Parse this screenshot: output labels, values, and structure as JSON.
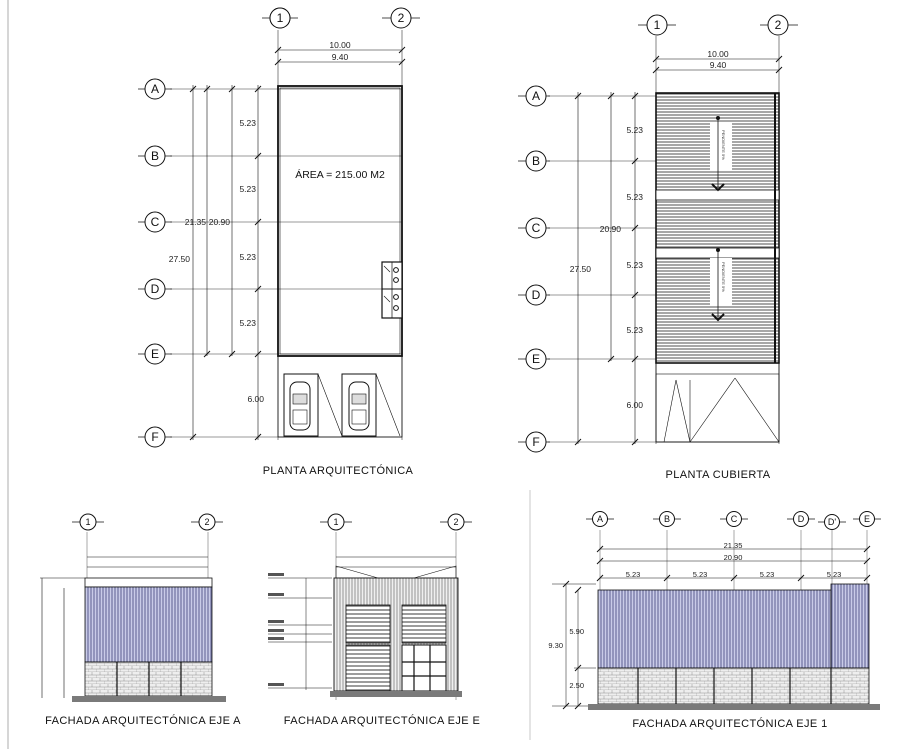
{
  "colors": {
    "facade_cladding": "#c9cbe8",
    "ink": "#111111",
    "ground": "#7a7a7a",
    "brick": "#e6e6e6"
  },
  "plans": {
    "floor": {
      "title": "PLANTA ARQUITECTÓNICA",
      "axes_x": [
        "1",
        "2"
      ],
      "axes_y": [
        "A",
        "B",
        "C",
        "D",
        "E",
        "F"
      ],
      "width_outer": "10.00",
      "width_inner": "9.40",
      "bays": [
        "5.23",
        "5.23",
        "5.23",
        "5.23"
      ],
      "parking_depth": "6.00",
      "total_a": "21.35",
      "total_b": "20.90",
      "total_c": "27.50",
      "area_label": "ÁREA = 215.00 M2"
    },
    "roof": {
      "title": "PLANTA CUBIERTA",
      "axes_x": [
        "1",
        "2"
      ],
      "axes_y": [
        "A",
        "B",
        "C",
        "D",
        "E",
        "F"
      ],
      "width_outer": "10.00",
      "width_inner": "9.40",
      "bays": [
        "5.23",
        "5.23",
        "5.23",
        "5.23"
      ],
      "parking_depth": "6.00",
      "total_b": "20.90",
      "total_c": "27.50",
      "slope_label": "PENDIENTE 5%"
    }
  },
  "elevations": {
    "a": {
      "title": "FACHADA ARQUITECTÓNICA EJE A",
      "axes": [
        "1",
        "2"
      ]
    },
    "e": {
      "title": "FACHADA ARQUITECTÓNICA EJE E",
      "axes": [
        "1",
        "2"
      ]
    },
    "one": {
      "title": "FACHADA ARQUITECTÓNICA EJE 1",
      "axes": [
        "A",
        "B",
        "C",
        "D",
        "D'",
        "E"
      ],
      "total_a": "21.35",
      "total_b": "20.90",
      "bays": [
        "5.23",
        "5.23",
        "5.23",
        "5.23"
      ],
      "height_total": "9.30",
      "height_upper": "5.90",
      "height_lower": "2.50"
    }
  }
}
